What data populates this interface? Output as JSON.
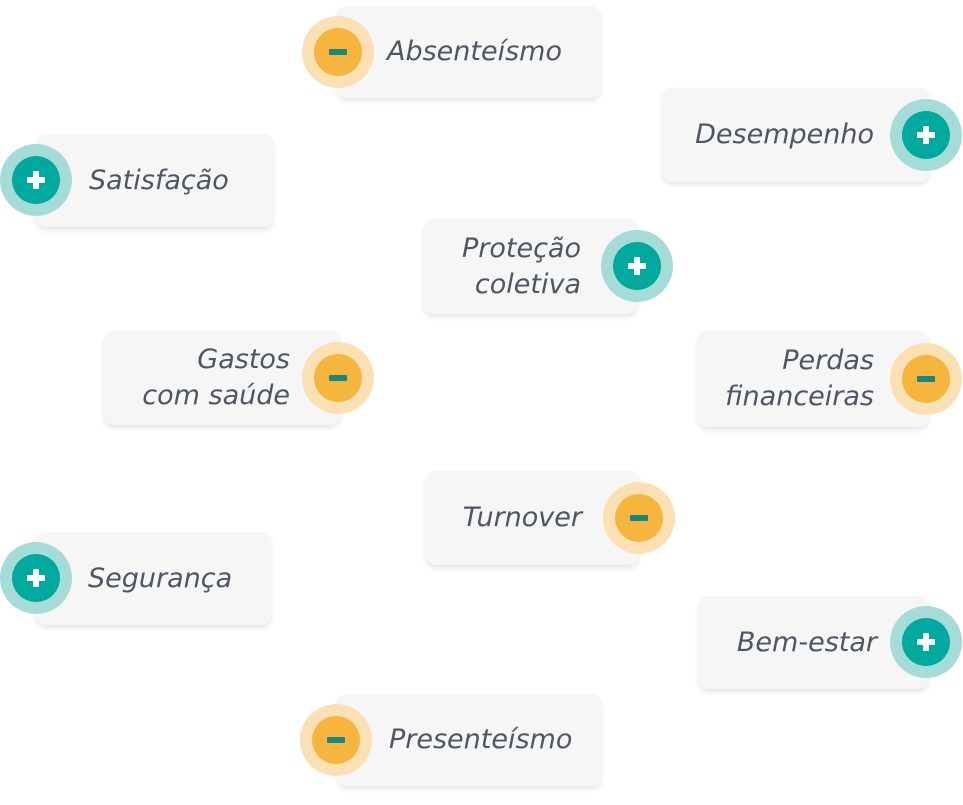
{
  "items": [
    {
      "label": "Absenteísmo",
      "sign": "minus",
      "icon": "minus-icon"
    },
    {
      "label": "Desempenho",
      "sign": "plus",
      "icon": "plus-icon"
    },
    {
      "label": "Satisfação",
      "sign": "plus",
      "icon": "plus-icon"
    },
    {
      "label": "Proteção\ncoletiva",
      "sign": "plus",
      "icon": "plus-icon"
    },
    {
      "label": "Gastos\ncom saúde",
      "sign": "minus",
      "icon": "minus-icon"
    },
    {
      "label": "Perdas\nfinanceiras",
      "sign": "minus",
      "icon": "minus-icon"
    },
    {
      "label": "Turnover",
      "sign": "minus",
      "icon": "minus-icon"
    },
    {
      "label": "Segurança",
      "sign": "plus",
      "icon": "plus-icon"
    },
    {
      "label": "Bem-estar",
      "sign": "plus",
      "icon": "plus-icon"
    },
    {
      "label": "Presenteísmo",
      "sign": "minus",
      "icon": "minus-icon"
    }
  ],
  "colors": {
    "plus_outer": "#a5dcd8",
    "plus_inner": "#00a99d",
    "minus_outer": "#fbe0b3",
    "minus_inner": "#f6b53d",
    "minus_bar": "#17877f",
    "card_bg": "#f6f6f6",
    "text": "#4d5663"
  }
}
